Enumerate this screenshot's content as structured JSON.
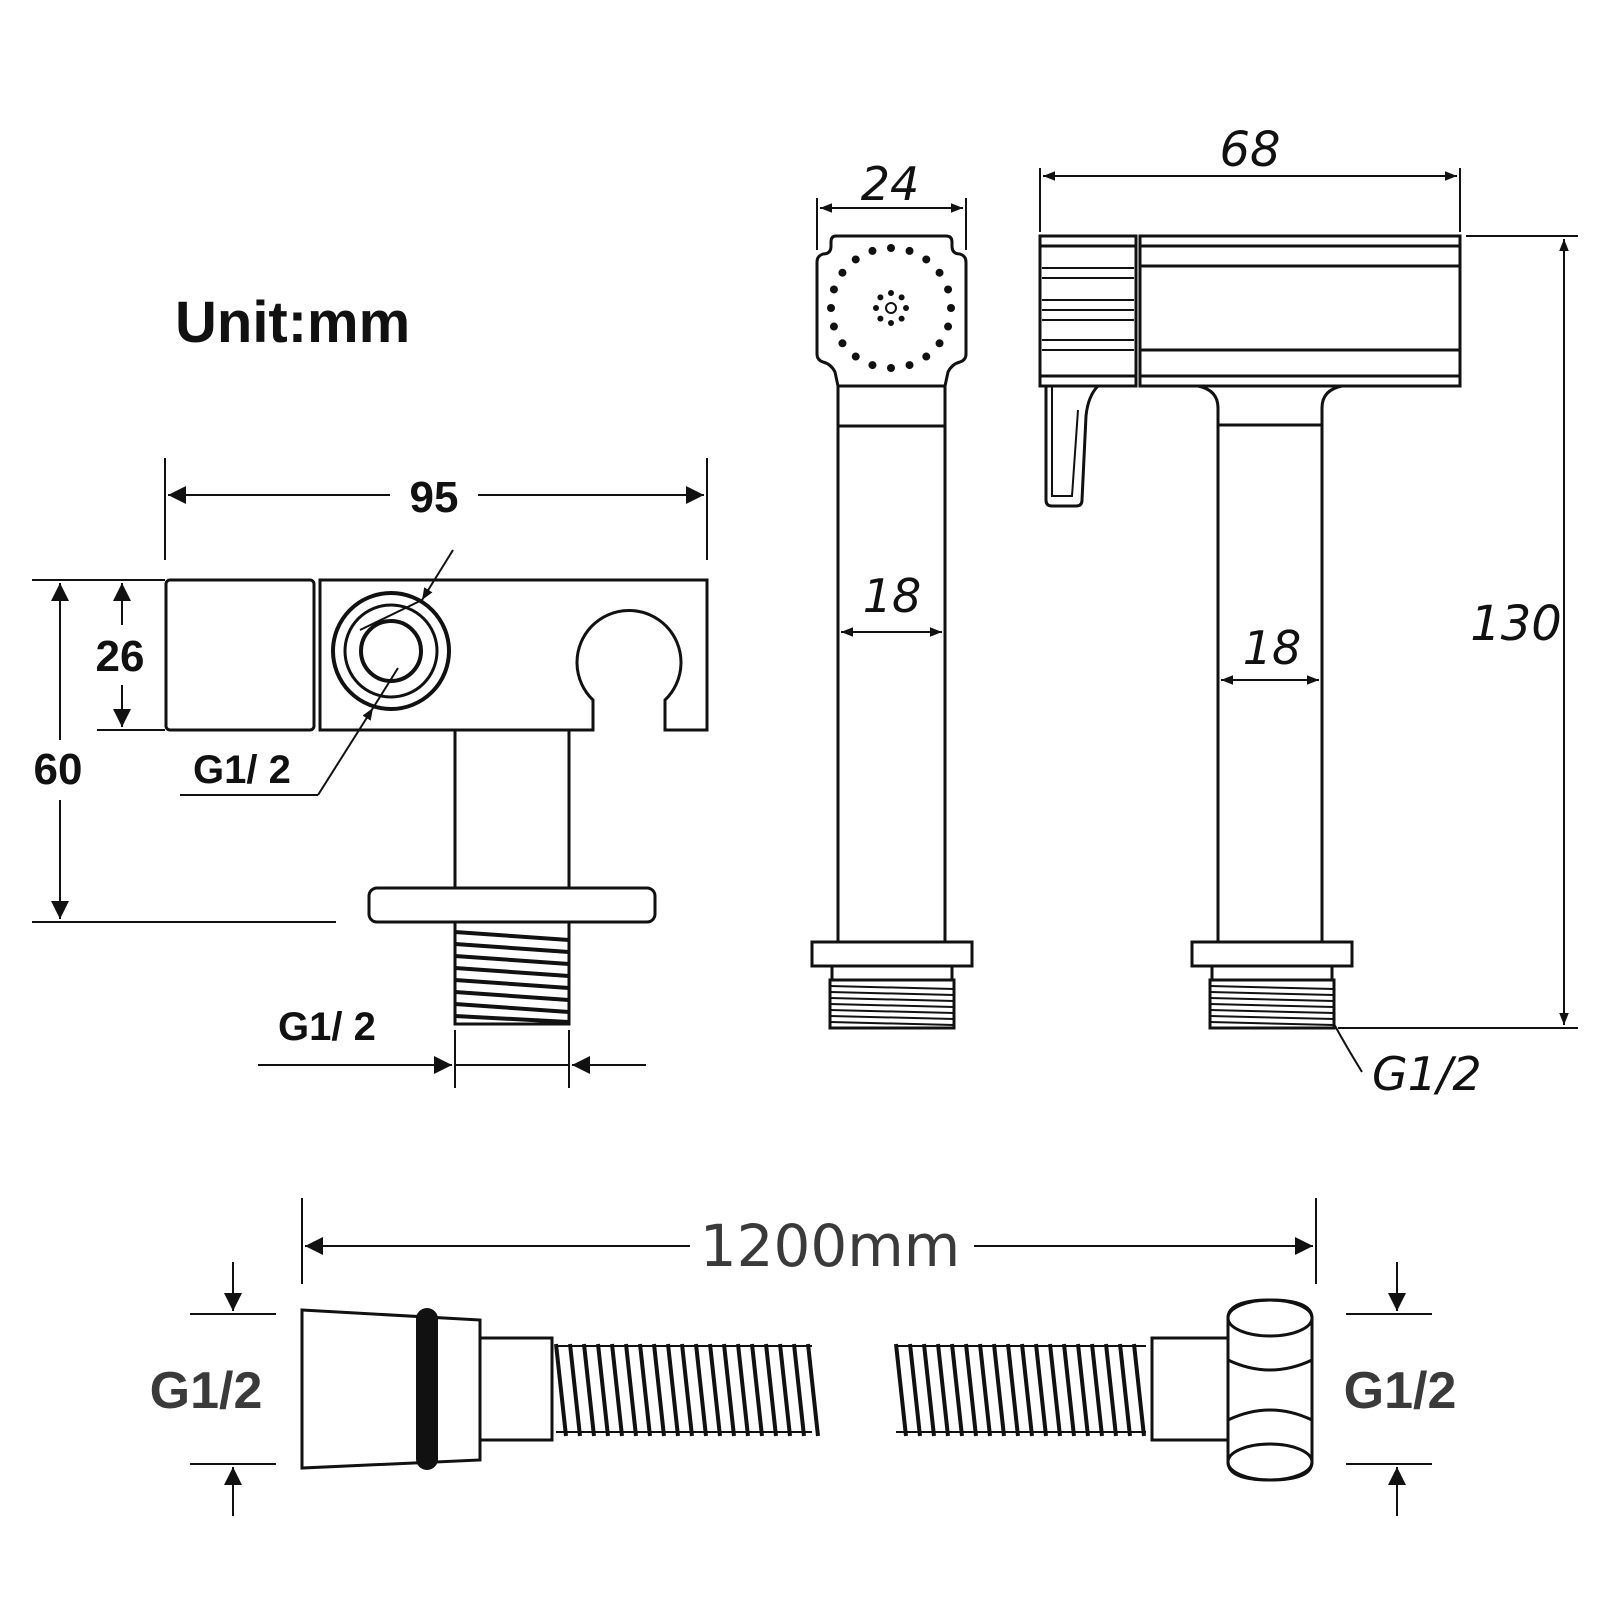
{
  "unit_label": "Unit:mm",
  "holder": {
    "width": "95",
    "height_total": "60",
    "height_bracket": "26",
    "inlet_thread": "G1/ 2",
    "outlet_thread": "G1/ 2"
  },
  "sprayer_front": {
    "head_width": "24",
    "stem_width": "18"
  },
  "sprayer_side": {
    "body_length": "68",
    "stem_width": "18",
    "total_height": "130",
    "thread": "G1/2"
  },
  "hose": {
    "length": "1200mm",
    "left_thread": "G1/2",
    "right_thread": "G1/2"
  }
}
